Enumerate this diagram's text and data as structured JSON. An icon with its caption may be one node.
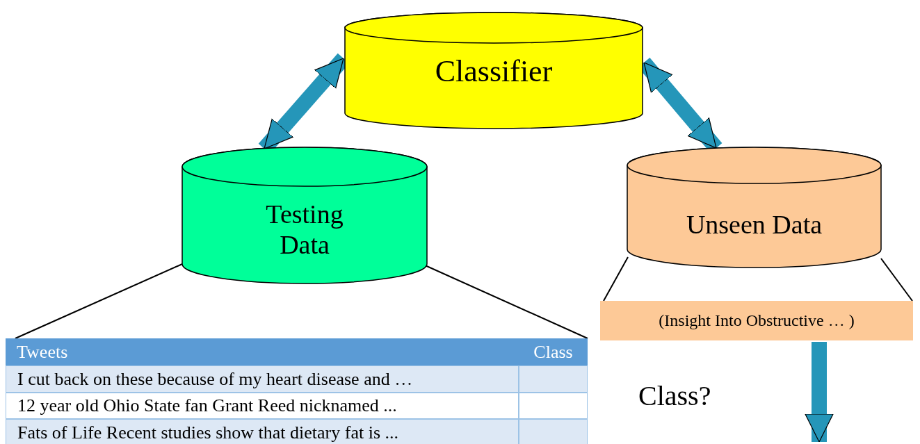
{
  "diagram": {
    "nodes": [
      {
        "text": [
          "Classifier"
        ]
      },
      {
        "text": [
          "Testing Data"
        ]
      },
      {
        "text": [
          "Unseen Data"
        ]
      },
      {
        "text": [],
        "shape": "box"
      },
      {
        "text": [
          "(Insight Into Obstructive … )"
        ]
      }
    ],
    "edges": [
      {
        "from": 0,
        "to": 1,
        "arrow": "both",
        "style": "thick",
        "color": "#2596b9"
      },
      {
        "from": 0,
        "to": 2,
        "arrow": "both",
        "style": "thick",
        "color": "#2596b9"
      },
      {
        "from": 1,
        "to": 3,
        "arrow": "none"
      },
      {
        "from": 1,
        "to": 3,
        "arrow": "none"
      },
      {
        "from": 2,
        "to": 4,
        "arrow": "none"
      },
      {
        "from": 2,
        "to": 4,
        "arrow": "none"
      },
      {
        "from": 4,
        "to": null,
        "arrow": "to",
        "style": "thick",
        "color": "#2596b9"
      }
    ],
    "labels": [
      "Tweets",
      "Class",
      "I cut back on these because of my heart disease and …",
      "12 year old Ohio State fan Grant Reed nicknamed ...",
      "Fats of Life Recent studies show that dietary fat is ...",
      "Class?"
    ]
  }
}
